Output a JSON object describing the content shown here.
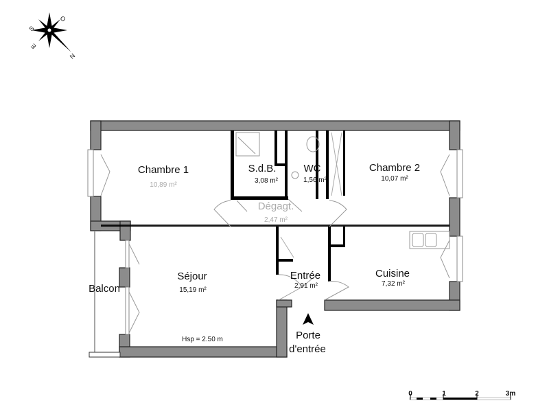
{
  "compass": {
    "labels": {
      "south": "S",
      "west": "O",
      "east": "E",
      "north": "N"
    }
  },
  "rooms": [
    {
      "name": "Chambre 1",
      "area": "10,89 m²"
    },
    {
      "name": "S.d.B.",
      "area": "3,08 m²"
    },
    {
      "name": "WC",
      "area": "1,56 m²"
    },
    {
      "name": "Chambre 2",
      "area": "10,07 m²"
    },
    {
      "name": "Dégagt.",
      "area": "2,47 m²"
    },
    {
      "name": "Séjour",
      "area": "15,19 m²"
    },
    {
      "name": "Entrée",
      "area": "2,91 m²"
    },
    {
      "name": "Cuisine",
      "area": "7,32 m²"
    },
    {
      "name": "Balcon",
      "area": ""
    }
  ],
  "ceiling_height": "Hsp = 2.50 m",
  "entrance": {
    "line1": "Porte",
    "line2": "d'entrée"
  },
  "scale_bar": {
    "ticks": [
      "0",
      "1",
      "2",
      "3m"
    ]
  }
}
